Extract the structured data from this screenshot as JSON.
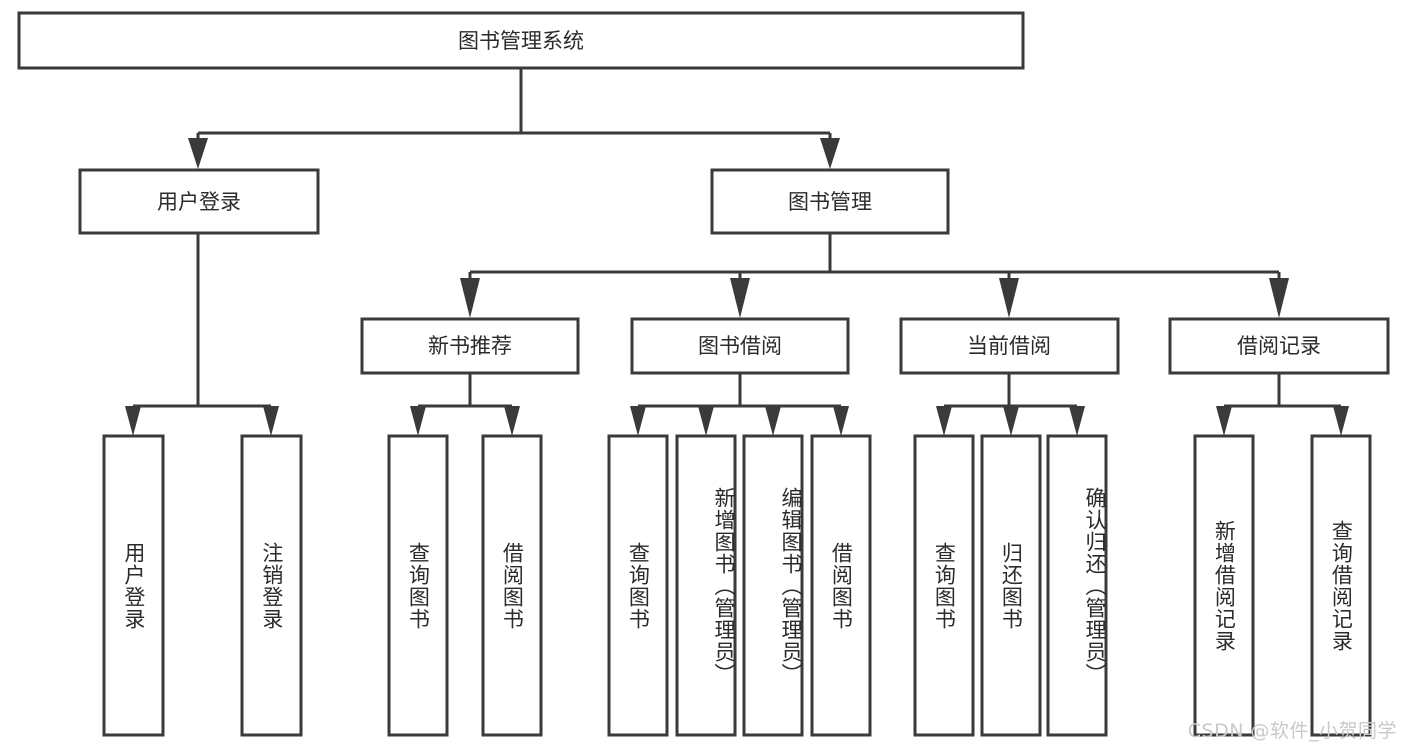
{
  "diagram": {
    "type": "tree-hierarchy-chart",
    "title": "图书管理系统",
    "orientation": "top-down",
    "colors": {
      "stroke": "#3a3a3a",
      "fill": "#ffffff",
      "text": "#2b2b2b",
      "background": "#ffffff",
      "watermark": "#c9c9c9"
    },
    "root": {
      "id": "root",
      "label": "图书管理系统"
    },
    "level1": [
      {
        "id": "user-login",
        "label": "用户登录"
      },
      {
        "id": "book-management",
        "label": "图书管理"
      }
    ],
    "level2": [
      {
        "id": "new-book-recommend",
        "label": "新书推荐",
        "parent": "book-management"
      },
      {
        "id": "book-borrow",
        "label": "图书借阅",
        "parent": "book-management"
      },
      {
        "id": "current-borrow",
        "label": "当前借阅",
        "parent": "book-management"
      },
      {
        "id": "borrow-record",
        "label": "借阅记录",
        "parent": "book-management"
      }
    ],
    "leaves": {
      "user-login": [
        {
          "id": "leaf-user-login",
          "label": "用户登录"
        },
        {
          "id": "leaf-logout-login",
          "label": "注销登录"
        }
      ],
      "new-book-recommend": [
        {
          "id": "leaf-query-book-1",
          "label": "查询图书"
        },
        {
          "id": "leaf-borrow-book-1",
          "label": "借阅图书"
        }
      ],
      "book-borrow": [
        {
          "id": "leaf-query-book-2",
          "label": "查询图书"
        },
        {
          "id": "leaf-add-book",
          "label": "新增图书（管理员）"
        },
        {
          "id": "leaf-edit-book",
          "label": "编辑图书（管理员）"
        },
        {
          "id": "leaf-borrow-book-2",
          "label": "借阅图书"
        }
      ],
      "current-borrow": [
        {
          "id": "leaf-query-book-3",
          "label": "查询图书"
        },
        {
          "id": "leaf-return-book",
          "label": "归还图书"
        },
        {
          "id": "leaf-confirm-return",
          "label": "确认归还（管理员）"
        }
      ],
      "borrow-record": [
        {
          "id": "leaf-add-record",
          "label": "新增借阅记录"
        },
        {
          "id": "leaf-query-record",
          "label": "查询借阅记录"
        }
      ]
    }
  },
  "watermark": {
    "text": "CSDN @软件_小贺同学"
  }
}
